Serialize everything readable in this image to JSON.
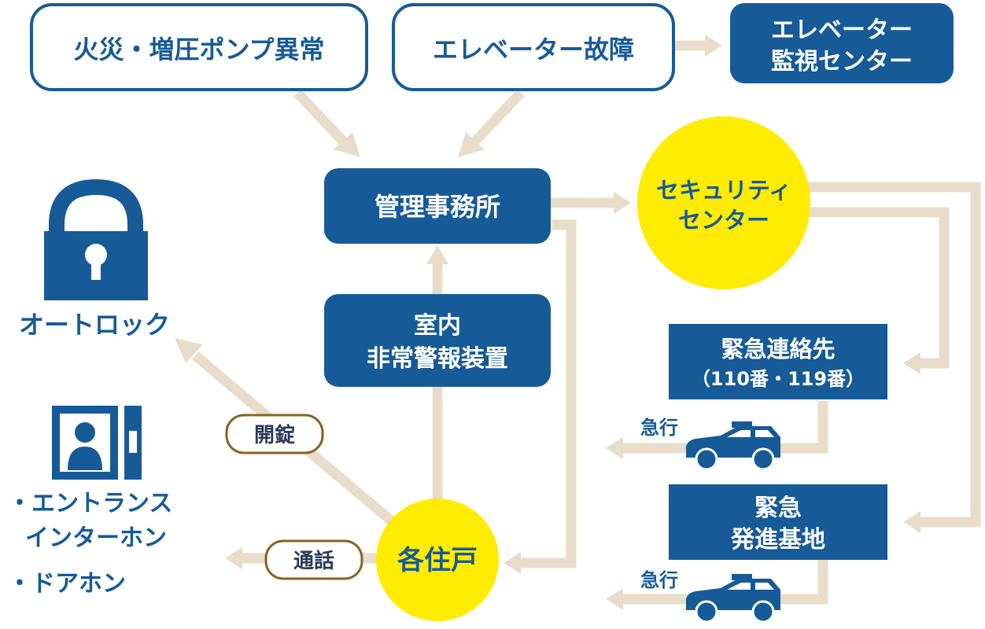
{
  "nodes": {
    "fire": "火災・増圧ポンプ異常",
    "elevator_fault": "エレベーター故障",
    "elevator_center_l1": "エレベーター",
    "elevator_center_l2": "監視センター",
    "management": "管理事務所",
    "security_l1": "セキュリティ",
    "security_l2": "センター",
    "alarm_l1": "室内",
    "alarm_l2": "非常警報装置",
    "residents": "各住戸",
    "emergency_contact_l1": "緊急連絡先",
    "emergency_contact_l2": "（110番・119番）",
    "dispatch_base_l1": "緊急",
    "dispatch_base_l2": "発進基地"
  },
  "labels": {
    "unlock": "開錠",
    "call": "通話",
    "rush_1": "急行",
    "rush_2": "急行"
  },
  "legend": {
    "autolock": "オートロック",
    "intercom_1": "・エントランス",
    "intercom_2": "インターホン",
    "doorphone": "・ドアホン"
  },
  "icons": {
    "lock": "lock-icon",
    "intercom": "intercom-panel-icon",
    "car": "patrol-car-icon"
  },
  "colors": {
    "primary_blue": "#175a98",
    "highlight_yellow": "#ffec00",
    "connector_beige": "#e8dccb",
    "label_border_brown": "#8a6222"
  }
}
